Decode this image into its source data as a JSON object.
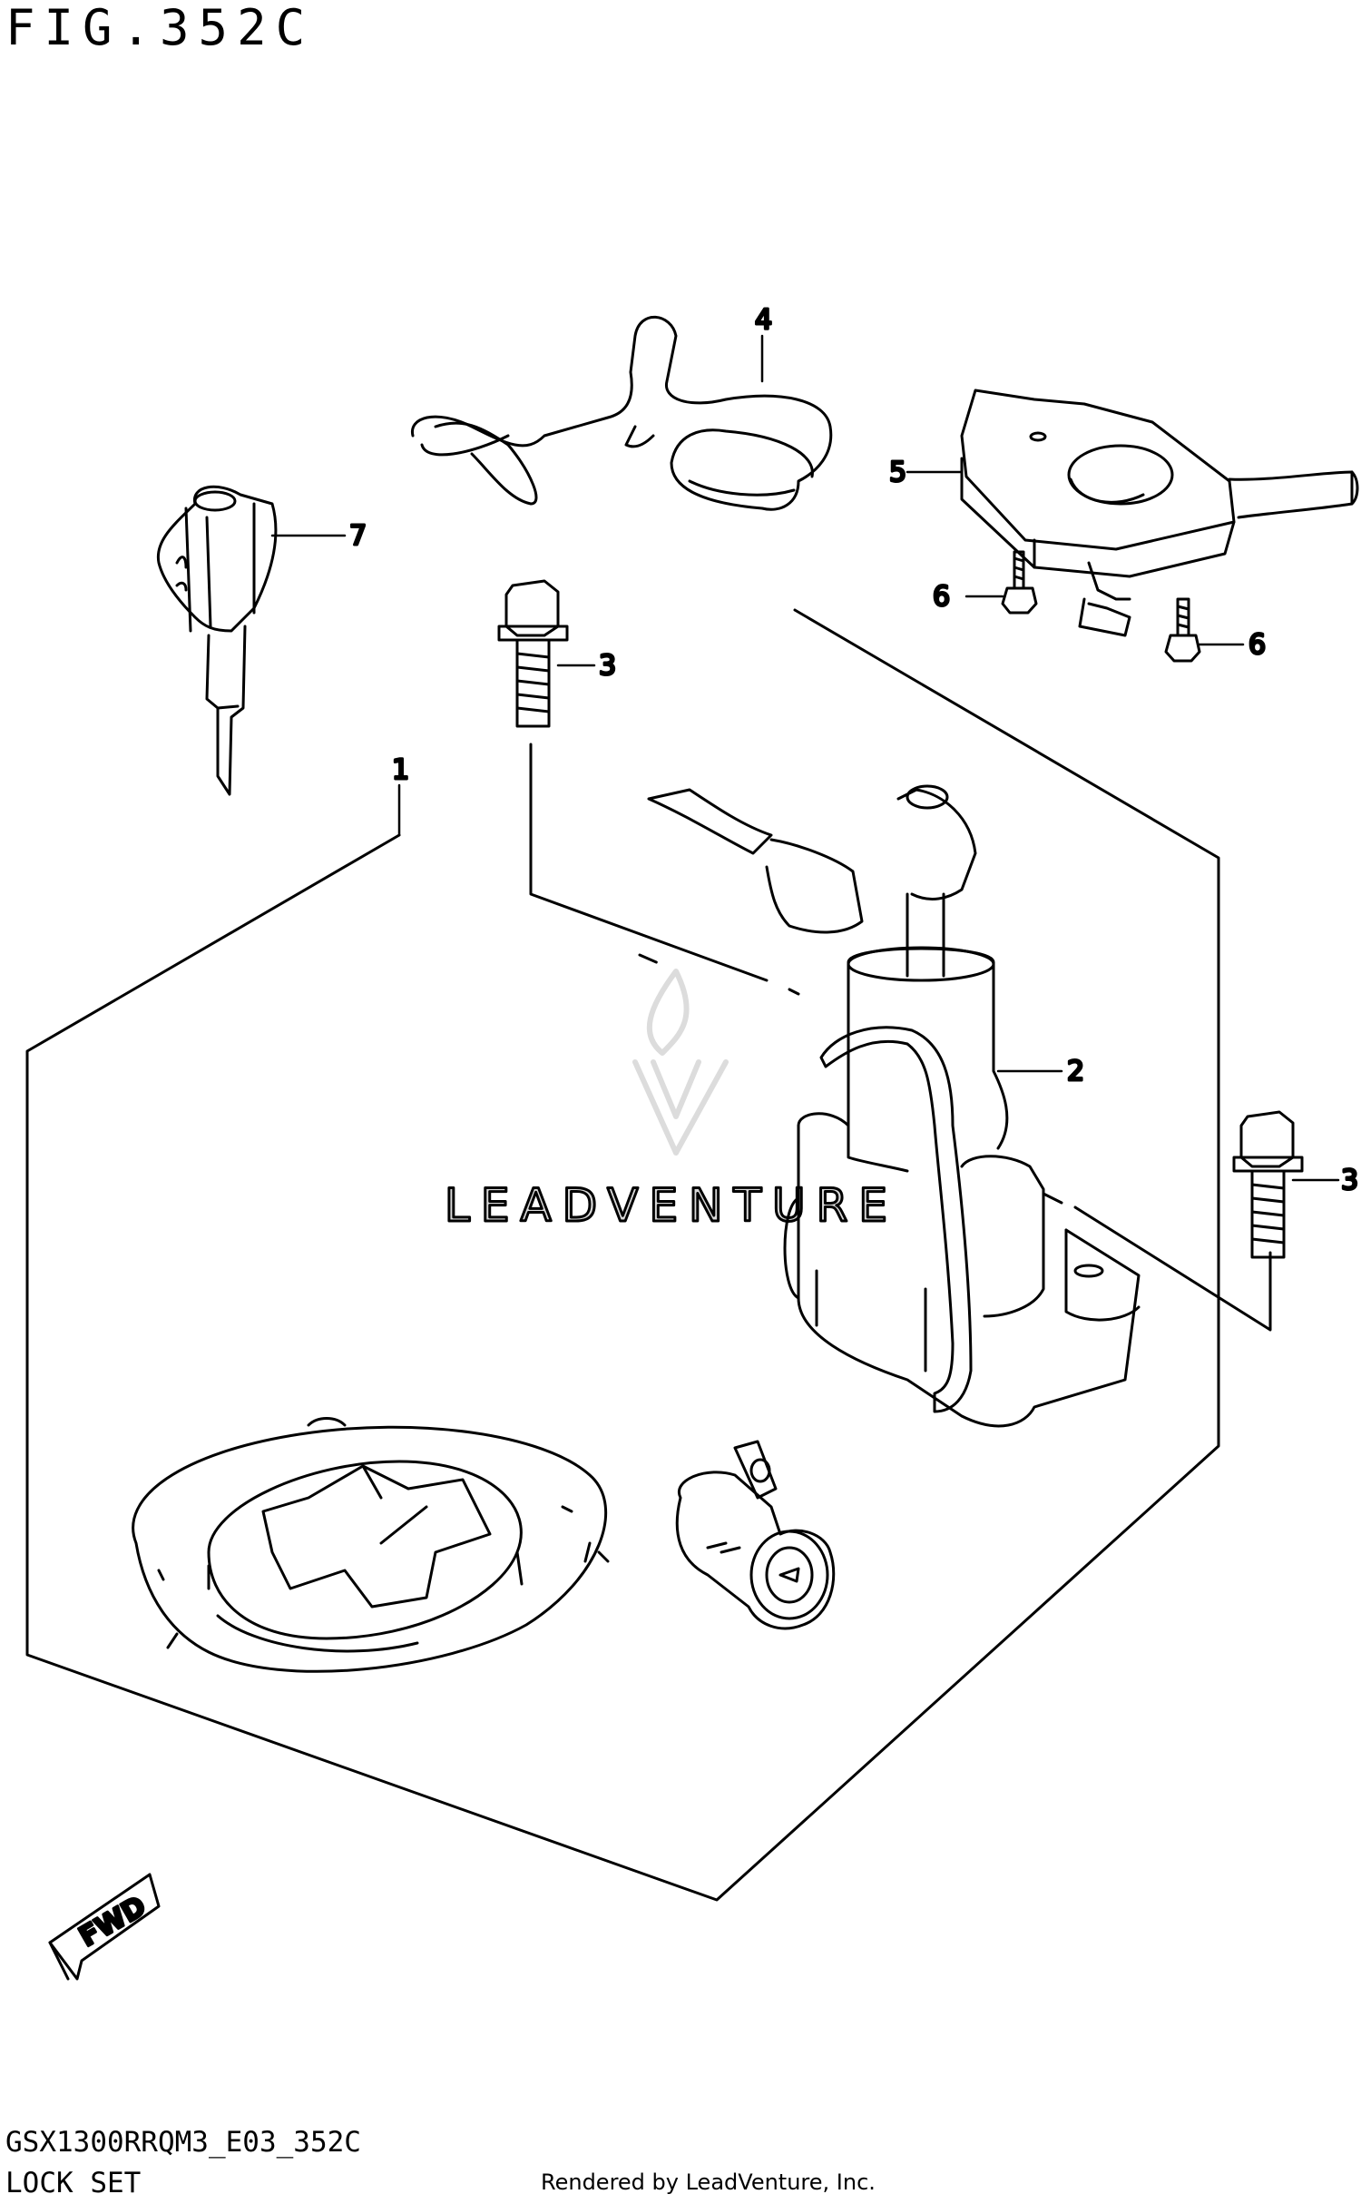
{
  "figure": {
    "title": "FIG.352C",
    "model_code": "GSX1300RRQM3_E03_352C",
    "section_name": "LOCK SET",
    "rendered_by": "Rendered by LeadVenture, Inc."
  },
  "watermark": {
    "text": "LEADVENTURE"
  },
  "direction_arrow": {
    "label": "FWD"
  },
  "callouts": [
    {
      "id": "1",
      "label": "1",
      "part": "lock set"
    },
    {
      "id": "2",
      "label": "2",
      "part": "ignition switch"
    },
    {
      "id": "3a",
      "label": "3",
      "part": "bolt"
    },
    {
      "id": "3b",
      "label": "3",
      "part": "bolt"
    },
    {
      "id": "4",
      "label": "4",
      "part": "clamp"
    },
    {
      "id": "5",
      "label": "5",
      "part": "key module"
    },
    {
      "id": "6a",
      "label": "6",
      "part": "screw"
    },
    {
      "id": "6b",
      "label": "6",
      "part": "screw"
    },
    {
      "id": "7",
      "label": "7",
      "part": "key"
    }
  ],
  "colors": {
    "line": "#000000",
    "watermark": "#d9d9d9"
  }
}
